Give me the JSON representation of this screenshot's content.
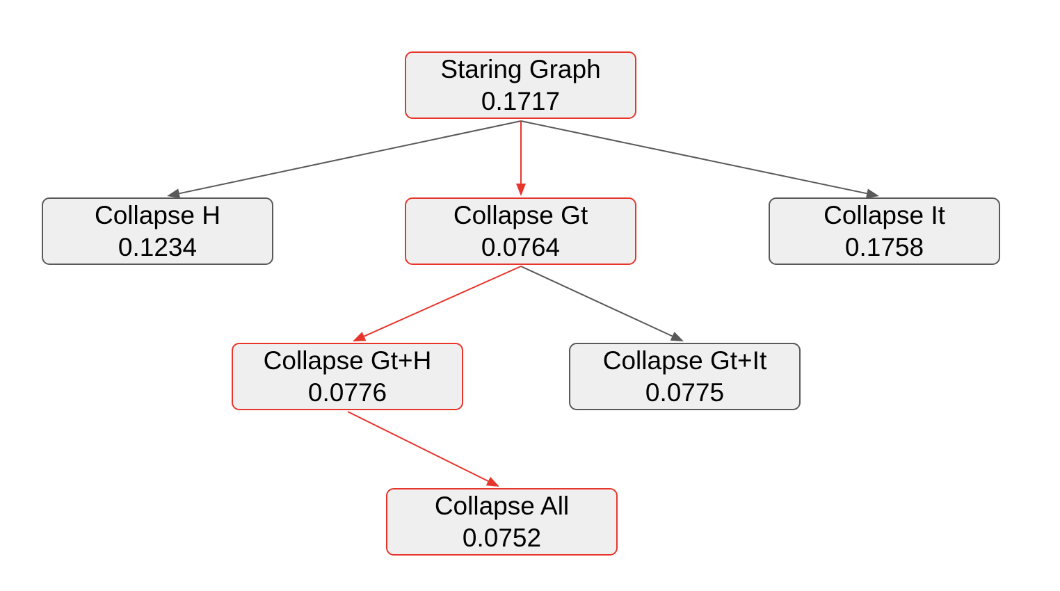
{
  "nodes": {
    "start": {
      "label": "Staring Graph",
      "value": "0.1717",
      "highlighted": true
    },
    "h": {
      "label": "Collapse H",
      "value": "0.1234",
      "highlighted": false
    },
    "gt": {
      "label": "Collapse Gt",
      "value": "0.0764",
      "highlighted": true
    },
    "it": {
      "label": "Collapse It",
      "value": "0.1758",
      "highlighted": false
    },
    "gth": {
      "label": "Collapse Gt+H",
      "value": "0.0776",
      "highlighted": true
    },
    "gtit": {
      "label": "Collapse Gt+It",
      "value": "0.0775",
      "highlighted": false
    },
    "all": {
      "label": "Collapse All",
      "value": "0.0752",
      "highlighted": true
    }
  },
  "edges": [
    {
      "from": "start",
      "to": "h",
      "highlighted": false
    },
    {
      "from": "start",
      "to": "gt",
      "highlighted": true
    },
    {
      "from": "start",
      "to": "it",
      "highlighted": false
    },
    {
      "from": "gt",
      "to": "gth",
      "highlighted": true
    },
    {
      "from": "gt",
      "to": "gtit",
      "highlighted": false
    },
    {
      "from": "gth",
      "to": "all",
      "highlighted": true
    }
  ],
  "colors": {
    "highlight": "#e8352b",
    "default": "#595959",
    "node_fill": "#efefef"
  }
}
